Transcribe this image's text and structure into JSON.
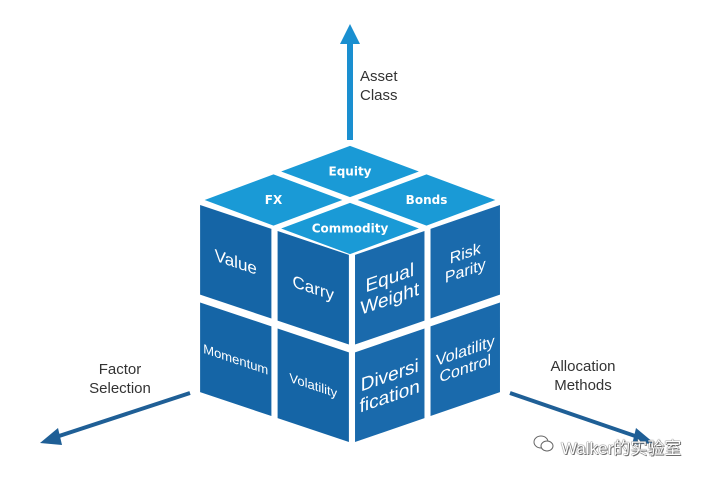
{
  "diagram": {
    "axes": {
      "vertical": {
        "label_line1": "Asset",
        "label_line2": "Class"
      },
      "left": {
        "label_line1": "Factor",
        "label_line2": "Selection"
      },
      "right": {
        "label_line1": "Allocation",
        "label_line2": "Methods"
      }
    },
    "top_face": [
      "Equity",
      "FX",
      "Bonds",
      "Commodity"
    ],
    "left_face": [
      {
        "lines": [
          "Value"
        ]
      },
      {
        "lines": [
          "Carry"
        ]
      },
      {
        "lines": [
          "Momentum"
        ]
      },
      {
        "lines": [
          "Volatility"
        ]
      }
    ],
    "right_face": [
      {
        "lines": [
          "Equal",
          "Weight"
        ]
      },
      {
        "lines": [
          "Risk",
          "Parity"
        ]
      },
      {
        "lines": [
          "Diversi",
          "fication"
        ]
      },
      {
        "lines": [
          "Volatility",
          "Control"
        ]
      }
    ],
    "colors": {
      "top": "#1a9ad6",
      "left": "#1565a6",
      "right": "#1a6aac",
      "arrow_up": "#1a8fd0",
      "arrow_side": "#1f5f96"
    }
  },
  "watermark": {
    "icon": "wechat-icon",
    "text": "Walker的实验室"
  }
}
